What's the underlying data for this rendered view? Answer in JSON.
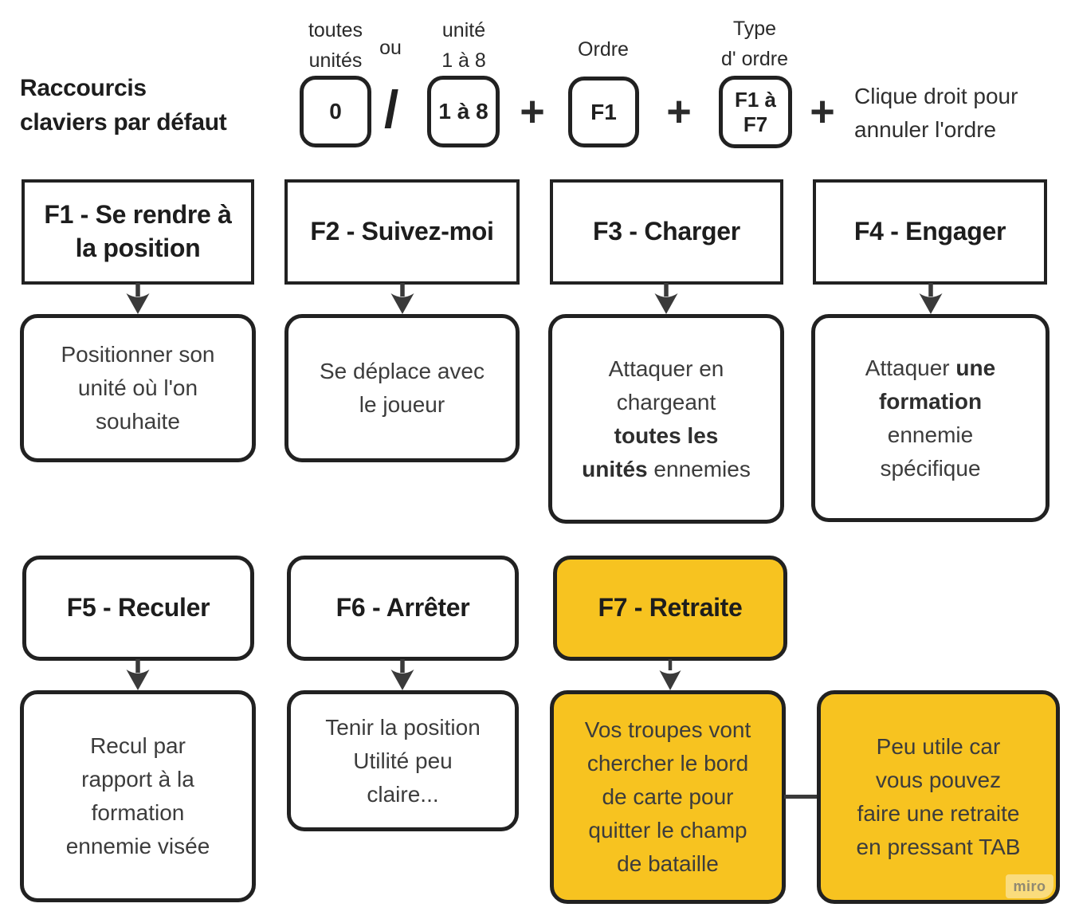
{
  "title": "Raccourcis\nclaviers par défaut",
  "legend": {
    "all_units_label": "toutes\nunités",
    "or_label": "ou",
    "unit_label": "unité\n1 à 8",
    "key_zero": "0",
    "slash": "/",
    "key_one_to_eight": "1 à 8",
    "plus": "+",
    "order_label": "Ordre",
    "key_f1": "F1",
    "order_type_label": "Type\nd' ordre",
    "key_f1_to_f7": "F1 à\nF7",
    "cancel_note": "Clique droit pour\nannuler l'ordre"
  },
  "cards": {
    "f1": {
      "header": "F1 - Se rendre à\nla position",
      "desc": "Positionner son\nunité où l'on\nsouhaite"
    },
    "f2": {
      "header": "F2 - Suivez-moi",
      "desc": "Se déplace avec\nle joueur"
    },
    "f3": {
      "header": "F3 - Charger",
      "desc_parts": [
        "Attaquer en\nchargeant\n",
        "toutes les\nunités",
        " ennemies"
      ]
    },
    "f4": {
      "header": "F4 - Engager",
      "desc_parts": [
        "Attaquer ",
        "une\nformation",
        "\nennemie\nspécifique"
      ]
    },
    "f5": {
      "header": "F5 - Reculer",
      "desc": "Recul par\nrapport à la\nformation\nennemie visée"
    },
    "f6": {
      "header": "F6 - Arrêter",
      "desc": "Tenir la position\nUtilité peu\nclaire..."
    },
    "f7": {
      "header": "F7 - Retraite",
      "desc": "Vos troupes vont\nchercher le bord\nde carte pour\nquitter le champ\nde bataille",
      "note": "Peu utile car\nvous pouvez\nfaire une retraite\nen pressant TAB"
    }
  },
  "colors": {
    "accent_yellow": "#f7c320",
    "box_border": "#212121",
    "arrow": "#3a3a3a",
    "desc_text": "#3c3c3c"
  },
  "watermark": "miro"
}
